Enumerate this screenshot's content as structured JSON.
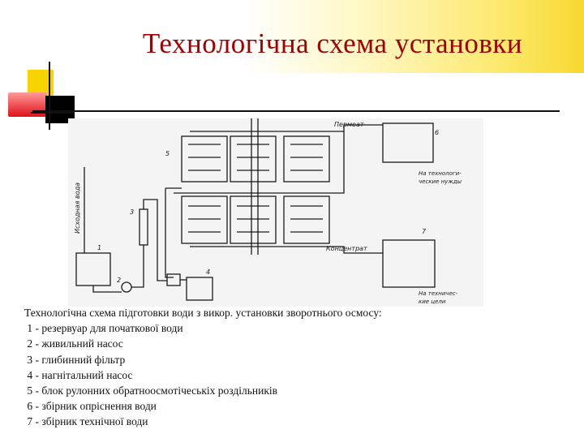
{
  "slide": {
    "title": "Технологічна схема установки"
  },
  "diagram": {
    "labels": {
      "permeate": "Пермеат",
      "concentrate": "Концентрат",
      "source_water": "Исходная вода",
      "to_tech_needs_1": "На технологи-",
      "to_tech_needs_2": "ческие нужды",
      "to_tech_goals_1": "На техничес-",
      "to_tech_goals_2": "кие цели",
      "n1": "1",
      "n2": "2",
      "n3": "3",
      "n4": "4",
      "n5": "5",
      "n6": "6",
      "n7": "7"
    }
  },
  "caption": {
    "heading": "Технологічна схема підготовки води з викор. установки зворотнього осмосу:",
    "items": [
      " 1 - резервуар для початкової води",
      " 2 - живильний насос",
      " 3 - глибинний фільтр",
      " 4 - нагнітальний насос",
      " 5 - блок рулонних обратноосмотічеськіх роздільників",
      " 6 - збірник опріснення води",
      " 7 - збірник технічної води"
    ]
  }
}
